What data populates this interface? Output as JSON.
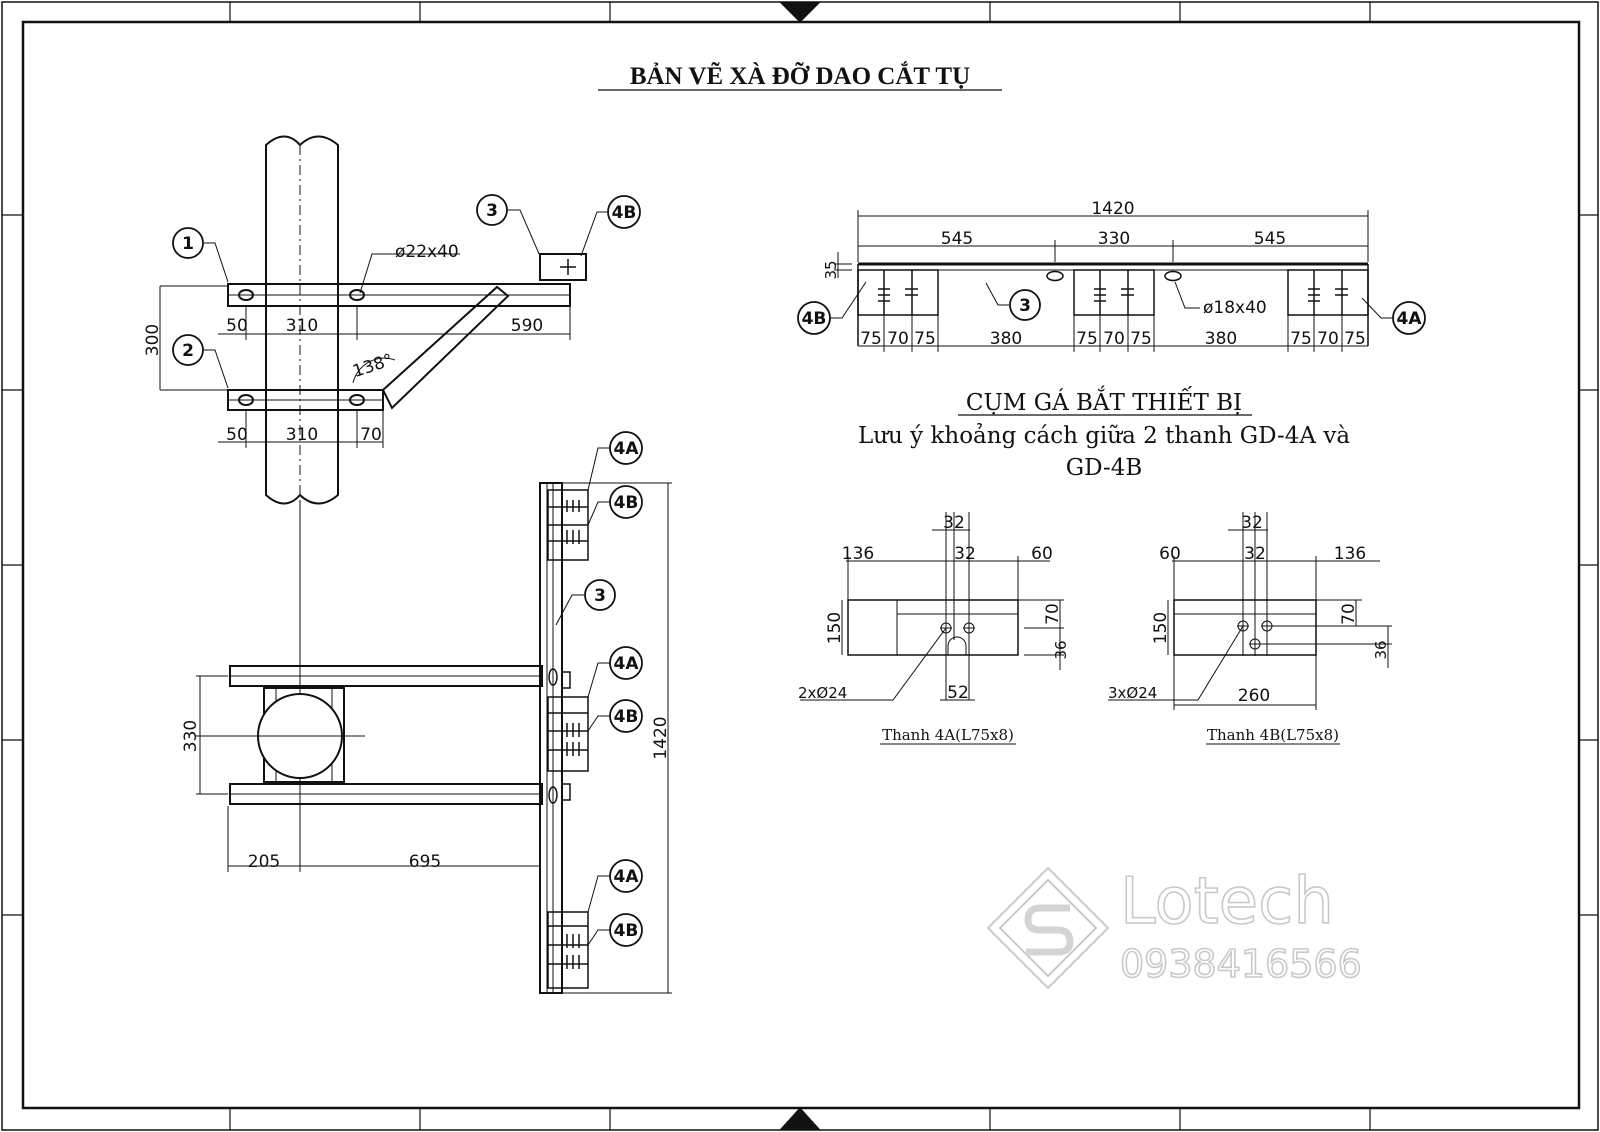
{
  "title": "BẢN VẼ XÀ ĐỠ DAO CẮT TỤ",
  "side_view": {
    "callouts": [
      "1",
      "2",
      "3",
      "4B"
    ],
    "hole_label": "ø22x40",
    "angle": "138°",
    "dims": {
      "height": "300",
      "top_a": "50",
      "top_b": "310",
      "top_c": "590",
      "bot_a": "50",
      "bot_b": "310",
      "bot_c": "70"
    }
  },
  "plan_view": {
    "callouts": [
      "4A",
      "4B",
      "3",
      "4A",
      "4B",
      "4A",
      "4B"
    ],
    "dims": {
      "width": "330",
      "length": "1420",
      "left": "205",
      "right": "695"
    }
  },
  "bracket": {
    "title": "CỤM GÁ BẮT THIẾT BỊ",
    "note_line1": "Lưu ý khoảng cách giữa 2 thanh GD-4A và",
    "note_line2": "GD-4B",
    "callouts": [
      "4B",
      "3",
      "4A"
    ],
    "hole_label": "ø18x40",
    "dims": {
      "total": "1420",
      "seg_a": "545",
      "seg_b": "330",
      "seg_c": "545",
      "height": "35",
      "b1": "75",
      "b2": "70",
      "b3": "75",
      "mid1": "380",
      "b4": "75",
      "b5": "70",
      "b6": "75",
      "mid2": "380",
      "b7": "75",
      "b8": "70",
      "b9": "75"
    }
  },
  "part_4a": {
    "label": "Thanh 4A(L75x8)",
    "holes": "2xØ24",
    "dims": {
      "top": "32",
      "left": "136",
      "mid": "32",
      "right": "60",
      "height": "150",
      "h1": "70",
      "h2": "36",
      "bottom": "52"
    }
  },
  "part_4b": {
    "label": "Thanh 4B(L75x8)",
    "holes": "3xØ24",
    "dims": {
      "top": "32",
      "left": "60",
      "mid": "32",
      "right": "136",
      "height": "150",
      "h1": "70",
      "h2": "36",
      "bottom": "260"
    }
  },
  "watermark": {
    "brand": "Lotech",
    "phone": "0938416566"
  },
  "colors": {
    "line": "#111111",
    "watermark": "#c9c9c9"
  }
}
